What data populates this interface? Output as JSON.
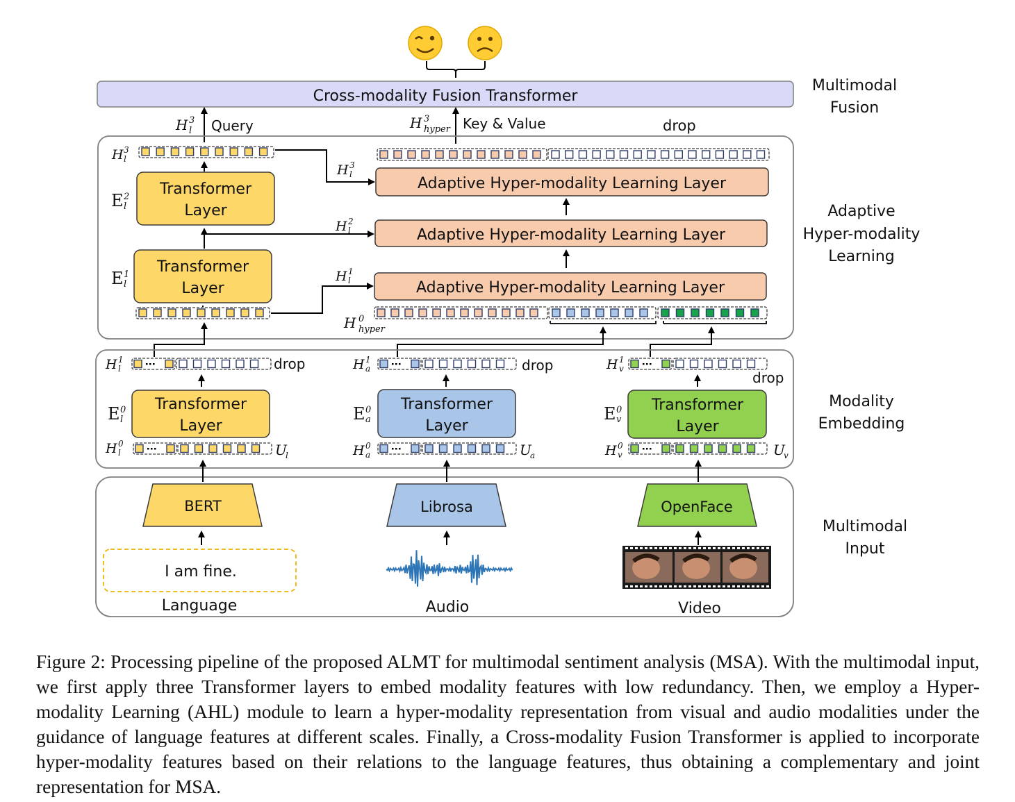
{
  "colors": {
    "language": "#fdd868",
    "audio": "#a9c6e8",
    "video": "#92d050",
    "ahl_layer": "#f8cbad",
    "fusion": "#d9d9f8",
    "green_token": "#17a34a",
    "panel_border": "#7f7f7f"
  },
  "faces": {
    "left": "winking-face",
    "right": "frowning-face"
  },
  "fusion": {
    "label": "Cross-modality Fusion Transformer",
    "section_label_1": "Multimodal",
    "section_label_2": "Fusion",
    "query_label": "Query",
    "key_value_label": "Key & Value",
    "drop_label": "drop"
  },
  "ahl": {
    "section_label_1": "Adaptive",
    "section_label_2": "Hyper-modality",
    "section_label_3": "Learning",
    "layer_label": "Adaptive Hyper-modality Learning Layer",
    "transformer_line1": "Transformer",
    "transformer_line2": "Layer"
  },
  "embedding": {
    "section_label_1": "Modality",
    "section_label_2": "Embedding",
    "drop_label": "drop",
    "transformer_line1": "Transformer",
    "transformer_line2": "Layer"
  },
  "input": {
    "section_label_1": "Multimodal",
    "section_label_2": "Input",
    "language_extractor": "BERT",
    "audio_extractor": "Librosa",
    "video_extractor": "OpenFace",
    "language_text": "I am fine.",
    "language_label": "Language",
    "audio_label": "Audio",
    "video_label": "Video"
  },
  "caption": "Figure 2: Processing pipeline of the proposed ALMT for multimodal sentiment analysis (MSA). With the multimodal input, we first apply three Transformer layers to embed modality features with low redundancy. Then, we employ a Hyper-modality Learning (AHL) module to learn a hyper-modality representation from visual and audio modalities under the guidance of language features at different scales. Finally, a Cross-modality Fusion Transformer is applied to incorporate hyper-modality features based on their relations to the language features, thus obtaining a complementary and joint representation for MSA."
}
